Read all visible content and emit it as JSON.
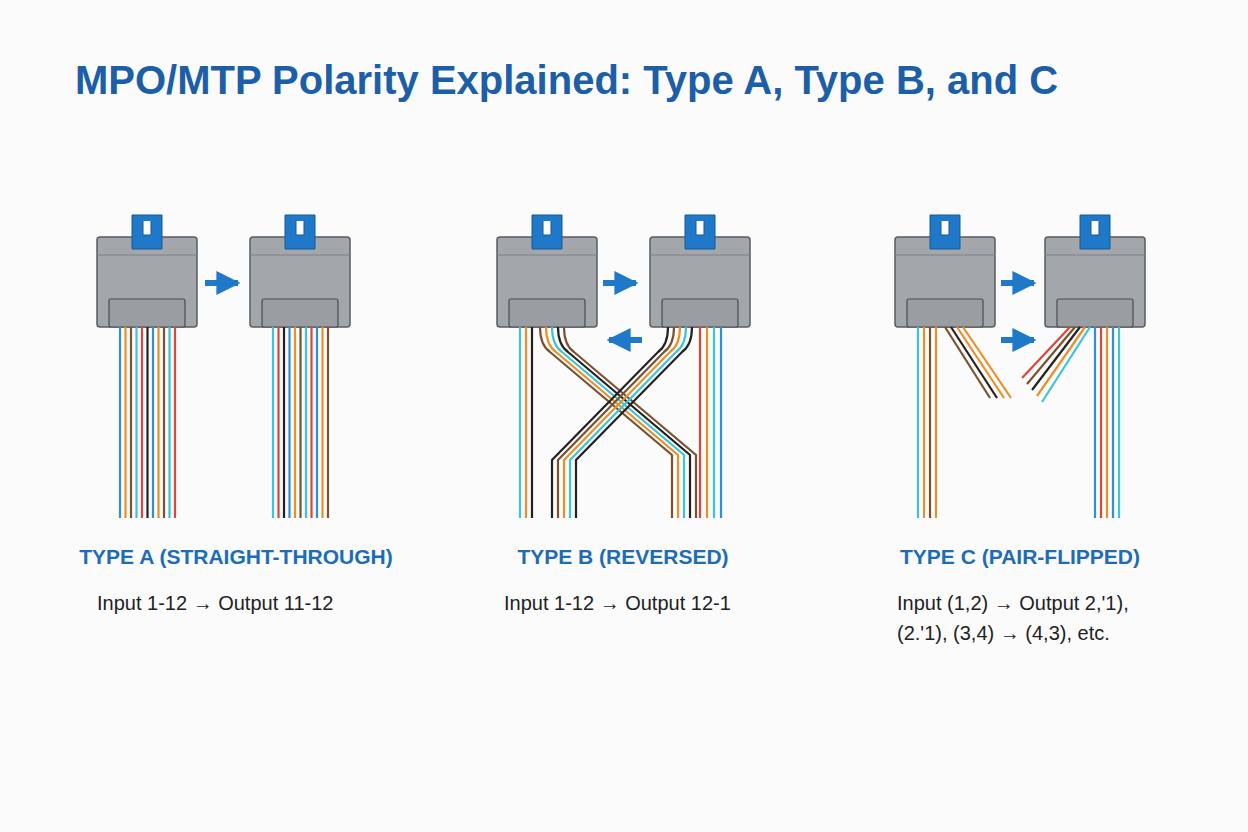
{
  "diagram": {
    "title": "MPO/MTP Polarity Explained: Type A, Type B, and C",
    "labels": [
      "TYPE A (STRAIGHT-THROUGH)",
      "Input 1-12 → Output 11-12",
      "TYPE B (REVERSED)",
      "Input 1-12 → Output 12-1",
      "TYPE C (PAIR-FLIPPED)",
      "Input (1,2) → Output 2,'1),",
      "(2.'1), (3,4) → (4,3), etc."
    ]
  }
}
